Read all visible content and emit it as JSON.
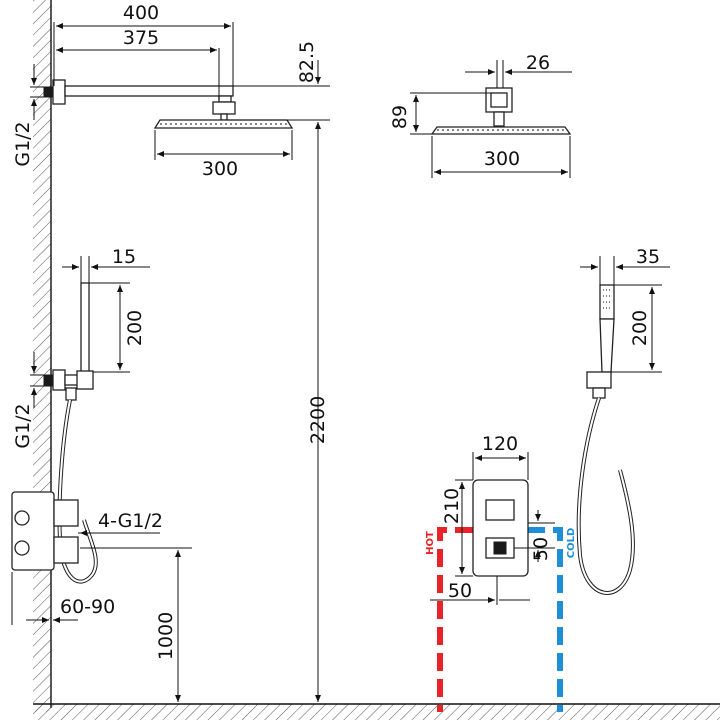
{
  "dimensions": {
    "arm_total": "400",
    "arm_reach": "375",
    "arm_drop": "82.5",
    "wall_thread_top": "G1/2",
    "head_diameter_side": "300",
    "head_diameter_front": "300",
    "head_mount_width": "26",
    "head_mount_height": "89",
    "handheld_bar_width_side": "15",
    "handheld_bar_height_side": "200",
    "handheld_bar_width_front": "35",
    "handheld_bar_height_front": "200",
    "wall_thread_bottom": "G1/2",
    "install_height": "2200",
    "valve_ports": "4-G1/2",
    "valve_depth": "60-90",
    "valve_height": "1000",
    "plate_width": "120",
    "plate_height": "210",
    "pipe_spacing": "50",
    "pipe_offset": "50"
  },
  "pipes": {
    "hot_label": "HOT",
    "cold_label": "COLD",
    "hot_color": "#e8232a",
    "cold_color": "#1e8fd6"
  }
}
